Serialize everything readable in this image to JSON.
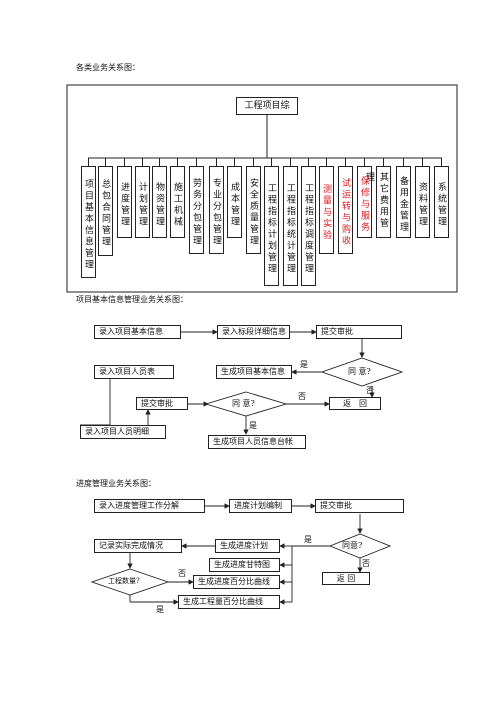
{
  "heading1": "各类业务关系图：",
  "org": {
    "root": "工程项目综",
    "columns": [
      {
        "label": "项目基本信息管理",
        "color": "black"
      },
      {
        "label": "总包合同管理",
        "color": "black"
      },
      {
        "label": "进度管理",
        "color": "black"
      },
      {
        "label": "计划管理",
        "color": "black"
      },
      {
        "label": "物资管理",
        "color": "black"
      },
      {
        "label": "施工机械",
        "color": "black"
      },
      {
        "label": "劳务分包管理",
        "color": "black"
      },
      {
        "label": "专业分包管理",
        "color": "black"
      },
      {
        "label": "成本管理",
        "color": "black"
      },
      {
        "label": "安全质量管理",
        "color": "black"
      },
      {
        "label": "工程指标计划管理",
        "color": "black"
      },
      {
        "label": "工程指标统计管理",
        "color": "black"
      },
      {
        "label": "工程指标调度管理",
        "color": "black"
      },
      {
        "label": "测量与实验",
        "color": "red"
      },
      {
        "label": "试运转与购收",
        "color": "red"
      },
      {
        "label": "保修与服务",
        "color": "red"
      },
      {
        "label": "其它费用管理",
        "color": "black"
      },
      {
        "label": "备用金管理",
        "color": "black"
      },
      {
        "label": "资料管理",
        "color": "black"
      },
      {
        "label": "系统管理",
        "color": "black"
      }
    ]
  },
  "heading2": "项目基本信息管理业务关系图：",
  "flow1": {
    "enter_basic": "录入项目基本信息",
    "enter_bid": "录入标段详细信息",
    "submit1": "提交审批",
    "enter_staff": "录入项目人员表",
    "gen_basic": "生成项目基本信息",
    "decision1": "同 意?",
    "submit2": "提交审批",
    "decision2": "同 意?",
    "return1": "返　回",
    "enter_detail": "录入项目人员明细",
    "gen_ledger": "生成项目人员信息台帐",
    "yes_a": "是",
    "no_a": "否",
    "no_b": "否",
    "yes_b": "是"
  },
  "heading3": "进度管理业务关系图：",
  "flow2": {
    "enter_wbs": "录入进度管理工作分解",
    "plan_edit": "进度计划编制",
    "submit": "提交审批",
    "record_actual": "记录实际完成情况",
    "gen_plan": "生成进度计划",
    "decision_agree": "同意?",
    "gantt": "生成进度甘特图",
    "return": "返 回",
    "decision_qty": "工程数量?",
    "pct_curve": "生成进度百分比曲线",
    "qty_curve": "生成工程量百分比曲线",
    "yes_a": "是",
    "no_a": "否",
    "no_b": "否",
    "yes_b": "是"
  }
}
